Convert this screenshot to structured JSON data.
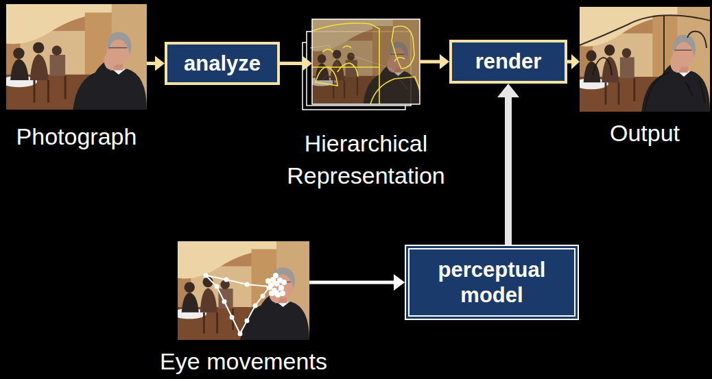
{
  "diagram": {
    "nodes": [
      {
        "text": [
          "Photograph"
        ]
      },
      {
        "text": [
          "analyze"
        ]
      },
      {
        "text": [
          "Hierarchical Representation"
        ]
      },
      {
        "text": [
          "render"
        ]
      },
      {
        "text": [
          "Output"
        ]
      },
      {
        "text": [
          "Eye movements"
        ]
      },
      {
        "text": [
          "perceptual model"
        ]
      }
    ],
    "edges": [
      {
        "from": 0,
        "to": 1,
        "arrow": "to"
      },
      {
        "from": 1,
        "to": 2,
        "arrow": "to"
      },
      {
        "from": 2,
        "to": 3,
        "arrow": "to"
      },
      {
        "from": 3,
        "to": 4,
        "arrow": "to"
      },
      {
        "from": 5,
        "to": 6,
        "arrow": "to"
      },
      {
        "from": 6,
        "to": 3,
        "arrow": "to"
      }
    ]
  }
}
